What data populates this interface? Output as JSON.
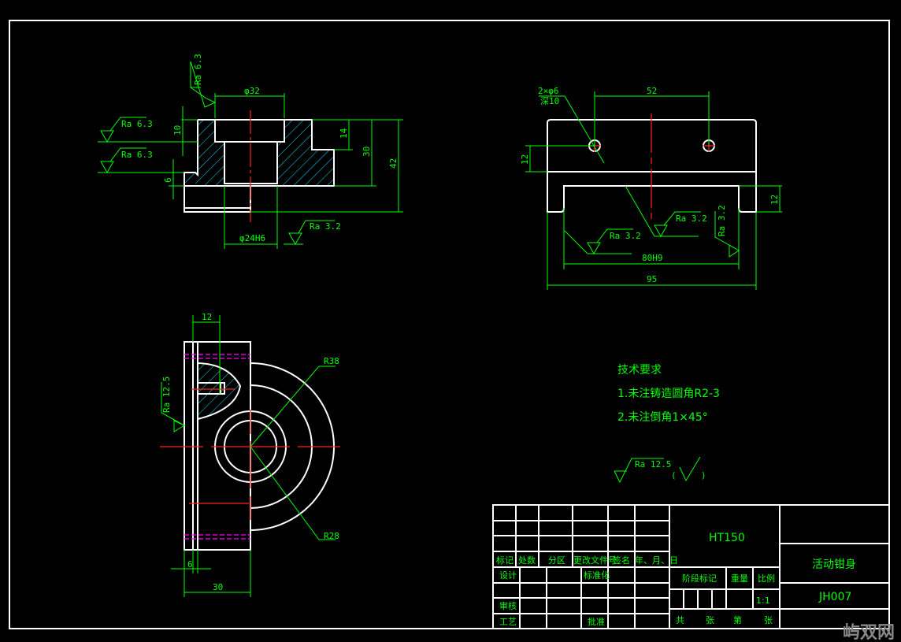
{
  "front_view": {
    "dia_top": "φ32",
    "dia_bore": "φ24H6",
    "dim_10": "10",
    "dim_14": "14",
    "dim_30": "30",
    "dim_42": "42",
    "dim_6": "6",
    "ra_top": "Ra 6.3",
    "ra_left1": "Ra 6.3",
    "ra_left2": "Ra 6.3",
    "ra_bottom": "Ra 3.2"
  },
  "side_view": {
    "holes_label": "2×φ6",
    "holes_depth": "深10",
    "dim_52": "52",
    "dim_12_left": "12",
    "dim_12_right": "12",
    "dim_80": "80H9",
    "dim_95": "95",
    "ra_1": "Ra 3.2",
    "ra_2": "Ra 3.2",
    "ra_3": "Ra 3.2"
  },
  "top_view": {
    "dim_12": "12",
    "dim_6": "6",
    "dim_30": "30",
    "r38": "R38",
    "r28": "R28",
    "ra": "Ra 12.5"
  },
  "tech": {
    "title": "技术要求",
    "line1": "1.未注铸造圆角R2-3",
    "line2": "2.未注倒角1×45°",
    "ra_rest": "Ra 12.5",
    "paren_open": "(",
    "paren_close": ")"
  },
  "title_block": {
    "headers": [
      "标记",
      "处数",
      "分区",
      "更改文件号",
      "签名",
      "年、月、日"
    ],
    "design": "设计",
    "standard": "标准化",
    "review": "审核",
    "process": "工艺",
    "approve": "批准",
    "material": "HT150",
    "stage": "阶段标记",
    "weight": "重量",
    "scale": "比例",
    "scale_value": "1:1",
    "total": "共",
    "sheets": "张",
    "sheet_no": "第",
    "sheets2": "张",
    "part_name": "活动钳身",
    "drawing_no": "JH007"
  },
  "watermark": "屿双网"
}
